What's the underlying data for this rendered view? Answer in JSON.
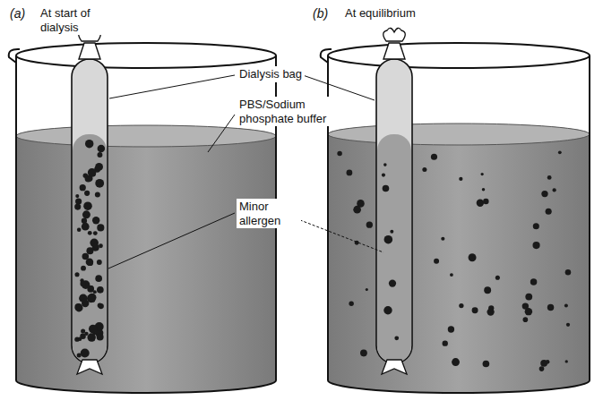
{
  "diagram": {
    "labels": [
      "(a)",
      "At start of dialysis",
      "(b)",
      "At equilibrium",
      "Dialysis bag",
      "PBS/Sodium phosphate buffer",
      "Minor allergen"
    ]
  }
}
